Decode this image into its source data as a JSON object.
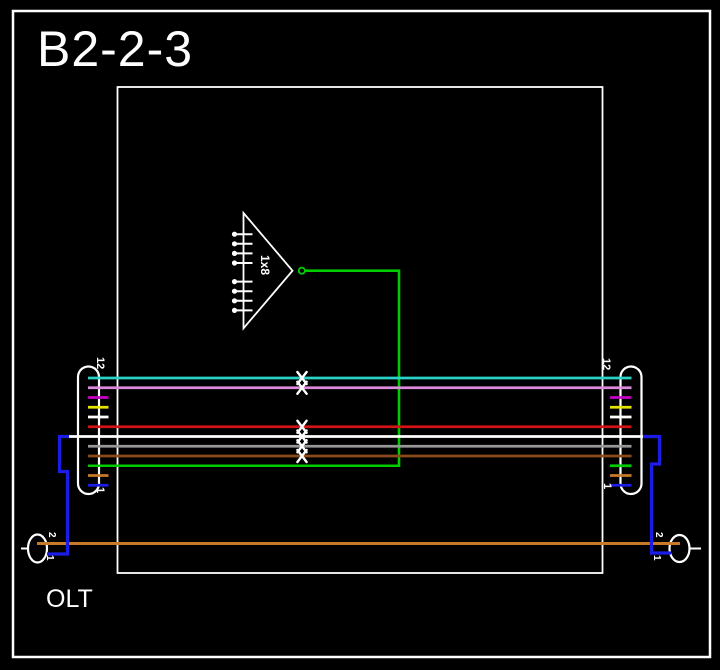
{
  "title": "B2-2-3",
  "footer_label": "OLT",
  "splitter": {
    "label": "1x8",
    "ports": 8,
    "output_color": "green"
  },
  "colors": {
    "background": "#000000",
    "frame": "#ffffff",
    "wire_palette": {
      "cyan": "#2bd2c6",
      "violet": "#dd8add",
      "magenta": "#c400c4",
      "yellow": "#e4e400",
      "white": "#ffffff",
      "red": "#d31414",
      "gray": "#969696",
      "brown": "#8b4a19",
      "green": "#00cc00",
      "orange": "#c87a28",
      "blue": "#1c1ce8"
    }
  },
  "connectors": {
    "left": {
      "top_pin_label": "12",
      "bottom_pin_label": "1"
    },
    "right": {
      "top_pin_label": "12",
      "bottom_pin_label": "1"
    },
    "pins_top_to_bottom": [
      {
        "pin": 12,
        "color": "cyan",
        "span": "full"
      },
      {
        "pin": 11,
        "color": "violet",
        "span": "full"
      },
      {
        "pin": 10,
        "color": "magenta",
        "span": "stub"
      },
      {
        "pin": 9,
        "color": "yellow",
        "span": "stub"
      },
      {
        "pin": 8,
        "color": "white",
        "span": "stub"
      },
      {
        "pin": 7,
        "color": "red",
        "span": "full"
      },
      {
        "pin": 6,
        "color": "white",
        "span": "full-to-olt-drop"
      },
      {
        "pin": 5,
        "color": "gray",
        "span": "full"
      },
      {
        "pin": 4,
        "color": "brown",
        "span": "full"
      },
      {
        "pin": 3,
        "color": "green",
        "span": "left-to-splitter"
      },
      {
        "pin": 2,
        "color": "orange",
        "span": "stub"
      },
      {
        "pin": 1,
        "color": "blue",
        "span": "stub"
      }
    ]
  },
  "splice_x_marks": {
    "count": 6,
    "on_pins": [
      12,
      11,
      7,
      6,
      5,
      4
    ]
  },
  "olt_ports": {
    "left": {
      "top_label": "2",
      "bottom_label": "1"
    },
    "right": {
      "top_label": "2",
      "bottom_label": "1"
    },
    "top_wire_color": "orange",
    "bottom_wire_color": "blue"
  }
}
